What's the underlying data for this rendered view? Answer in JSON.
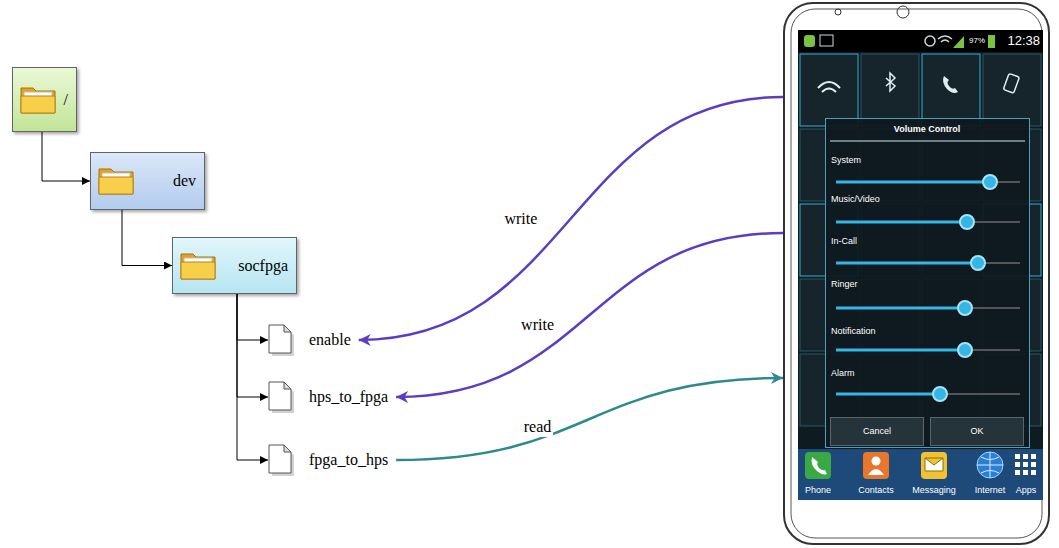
{
  "diagram": {
    "nodes": [
      {
        "text": [
          "/"
        ]
      },
      {
        "text": [
          "dev"
        ]
      },
      {
        "text": [
          "socfpga"
        ]
      },
      {
        "text": [
          "enable"
        ]
      },
      {
        "text": [
          "hps_to_fpga"
        ]
      },
      {
        "text": [
          "fpga_to_hps"
        ]
      },
      {
        "text": [
          "97%",
          "12:38",
          "Phone",
          "Contacts",
          "Messaging",
          "Internet",
          "Apps"
        ]
      },
      {
        "text": [
          "Volume Control",
          "System",
          "Music/Video",
          "In-Call",
          "Ringer",
          "Notification",
          "Alarm"
        ],
        "in": 6
      },
      {
        "text": [
          "Cancel"
        ],
        "in": 7
      },
      {
        "text": [
          "OK"
        ],
        "in": 7
      }
    ],
    "edges": [
      {
        "from": 0,
        "to": 1,
        "arrow": "to"
      },
      {
        "from": 1,
        "to": 2,
        "arrow": "to"
      },
      {
        "from": 2,
        "to": 3,
        "arrow": "to"
      },
      {
        "from": 2,
        "to": 4,
        "arrow": "to"
      },
      {
        "from": 2,
        "to": 5,
        "arrow": "to"
      },
      {
        "from": 6,
        "to": 3,
        "arrow": "to",
        "label": "write"
      },
      {
        "from": 6,
        "to": 4,
        "arrow": "to",
        "label": "write"
      },
      {
        "from": 5,
        "to": 6,
        "arrow": "to",
        "label": "read"
      }
    ]
  }
}
